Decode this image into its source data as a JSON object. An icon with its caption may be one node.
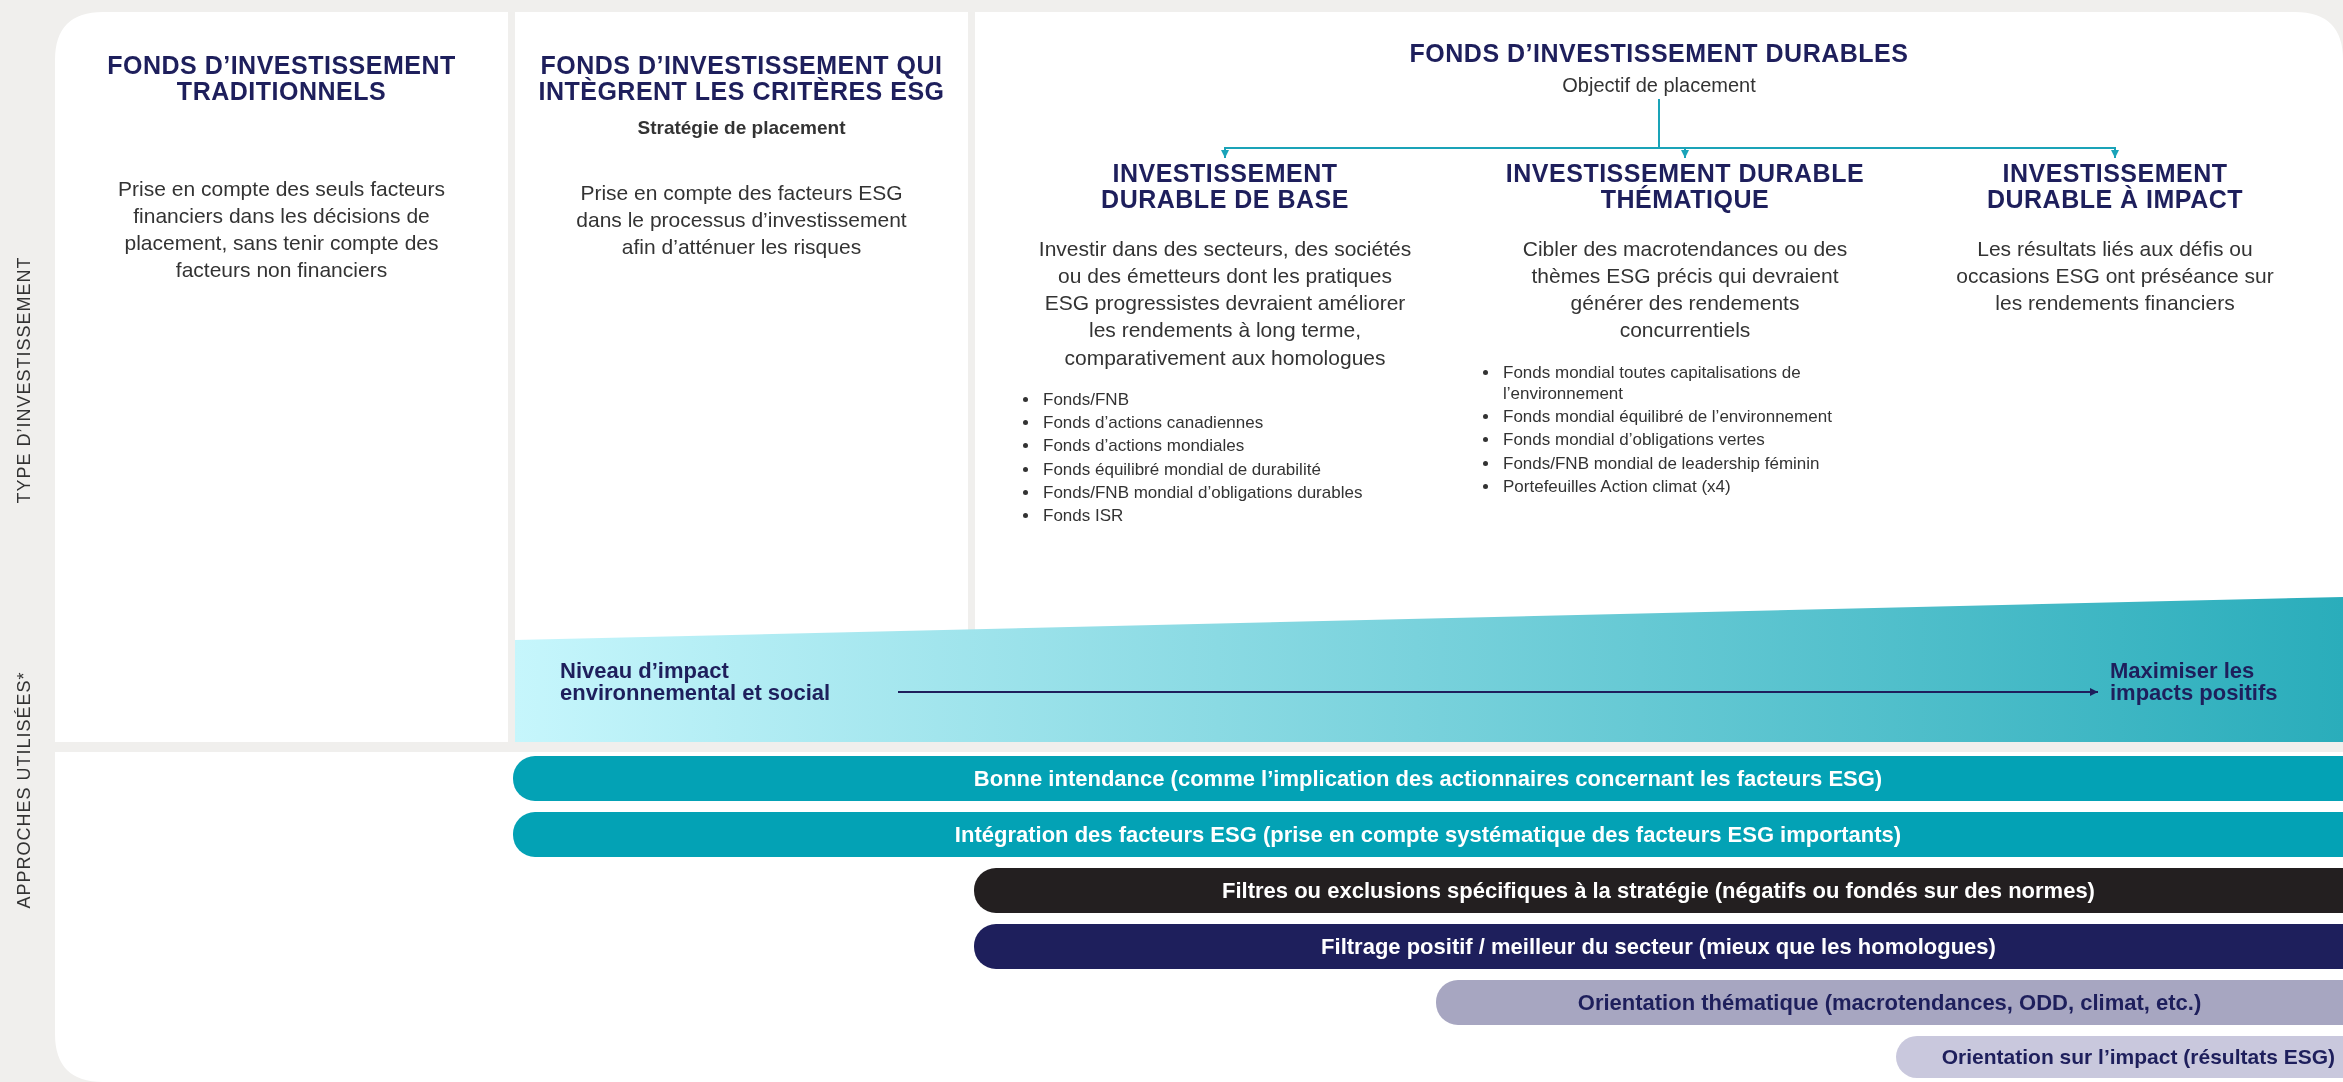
{
  "diagram": {
    "nodes": [
      {
        "text": [
          "FONDS D’INVESTISSEMENT TRADITIONNELS",
          "Prise en compte des seuls facteurs financiers dans les décisions de placement, sans tenir compte des facteurs non financiers"
        ]
      },
      {
        "text": [
          "FONDS D’INVESTISSEMENT QUI INTÈGRENT LES CRITÈRES ESG",
          "Stratégie de placement",
          "Prise en compte des facteurs ESG dans le processus d’investissement afin d’atténuer les risques"
        ]
      },
      {
        "text": [
          "FONDS D’INVESTISSEMENT DURABLES",
          "Objectif de placement"
        ]
      },
      {
        "text": [
          "INVESTISSEMENT DURABLE DE BASE",
          "Investir dans des secteurs, des sociétés ou des émetteurs dont les pratiques ESG progressistes devraient améliorer les rendements à long terme, comparativement aux homologues",
          "Fonds/FNB",
          "Fonds d’actions canadiennes",
          "Fonds d’actions mondiales",
          "Fonds équilibré mondial de durabilité",
          "Fonds/FNB mondial d’obligations durables",
          "Fonds ISR"
        ],
        "in": 2
      },
      {
        "text": [
          "INVESTISSEMENT DURABLE THÉMATIQUE",
          "Cibler des macrotendances ou des thèmes ESG précis qui devraient générer des rendements concurrentiels",
          "Fonds mondial toutes capitalisations de l’environnement",
          "Fonds mondial équilibré de l’environnement",
          "Fonds mondial d’obligations vertes",
          "Fonds/FNB mondial de leadership féminin",
          "Portefeuilles Action climat (x4)"
        ],
        "in": 2
      },
      {
        "text": [
          "INVESTISSEMENT DURABLE À IMPACT",
          "Les résultats liés aux défis ou occasions ESG ont préséance sur les rendements financiers"
        ],
        "in": 2
      },
      {
        "text": [
          "Niveau d’impact environnemental et social"
        ]
      },
      {
        "text": [
          "Maximiser les impacts positifs"
        ]
      },
      {
        "text": [
          "Bonne intendance (comme l’implication des actionnaires concernant les facteurs ESG)"
        ]
      },
      {
        "text": [
          "Intégration des facteurs ESG (prise en compte systématique des facteurs ESG importants)"
        ]
      },
      {
        "text": [
          "Filtres ou exclusions spécifiques à la stratégie (négatifs ou fondés sur des normes)"
        ]
      },
      {
        "text": [
          "Filtrage positif / meilleur du secteur (mieux que les homologues)"
        ]
      },
      {
        "text": [
          "Orientation thématique (macrotendances, ODD, climat, etc.)"
        ]
      },
      {
        "text": [
          "Orientation sur l’impact (résultats ESG)"
        ]
      }
    ],
    "edges": [
      {
        "from": 2,
        "to": 3,
        "arrow": "to"
      },
      {
        "from": 2,
        "to": 4,
        "arrow": "to"
      },
      {
        "from": 2,
        "to": 5,
        "arrow": "to"
      },
      {
        "from": 6,
        "to": 7,
        "arrow": "to",
        "color": "#1e1f5c"
      }
    ],
    "labels": [
      "TYPE D’INVESTISSEMENT",
      "APPROCHES UTILISÉES*"
    ]
  }
}
